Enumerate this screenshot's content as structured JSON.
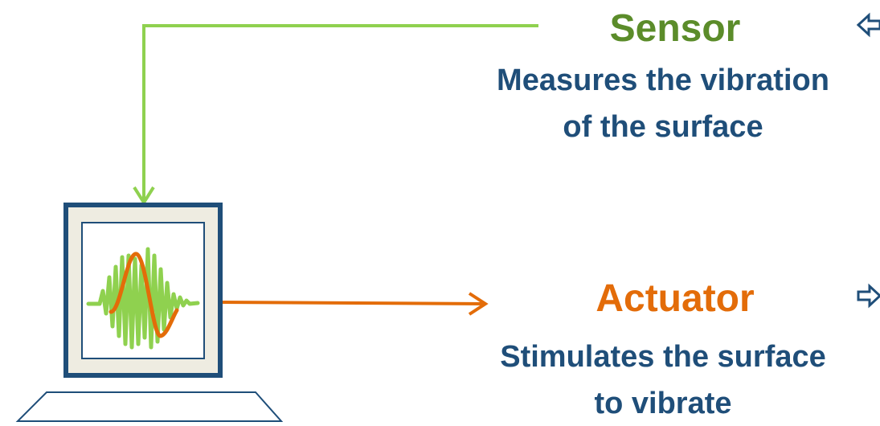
{
  "sensor": {
    "title": "Sensor",
    "description_line1": "Measures the vibration",
    "description_line2": "of the surface",
    "color": "#5b8c2a",
    "line_color": "#8fd14f"
  },
  "actuator": {
    "title": "Actuator",
    "description_line1": "Stimulates the surface",
    "description_line2": "to vibrate",
    "color": "#e36c09",
    "line_color": "#e36c09"
  },
  "colors": {
    "text_blue": "#1f4e79",
    "monitor_frame": "#1f4e79",
    "monitor_fill": "#eeece1",
    "arrow_outline": "#1f4e79"
  },
  "icons": {
    "computer": "computer-monitor-icon",
    "sensor_arrow": "left-arrow-icon",
    "actuator_arrow": "right-arrow-icon"
  }
}
